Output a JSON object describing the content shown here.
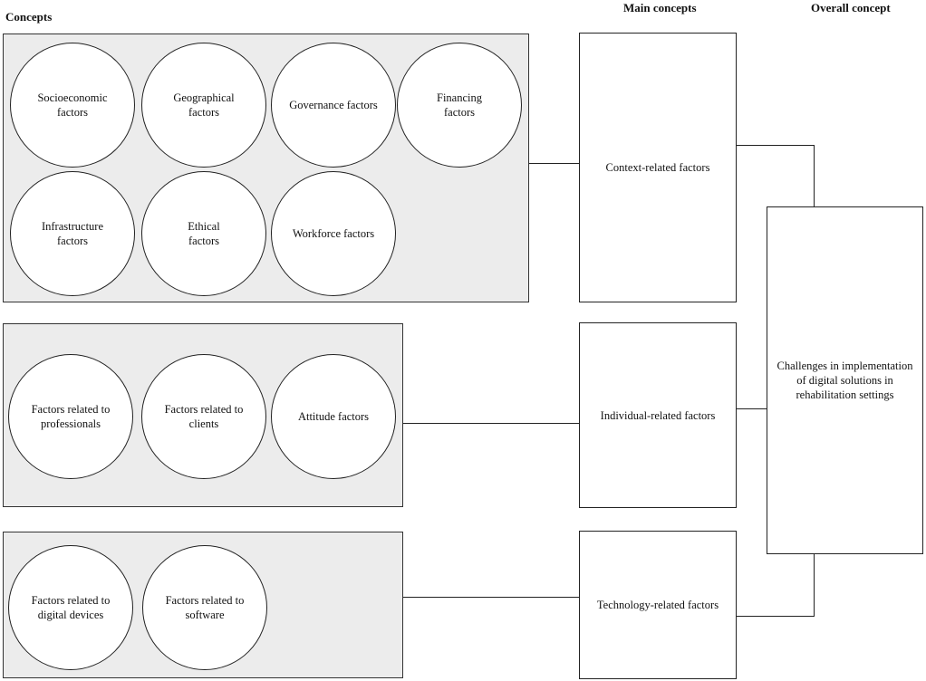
{
  "headers": {
    "concepts": "Concepts",
    "main_concepts": "Main concepts",
    "overall_concept": "Overall concept"
  },
  "groups": {
    "context": {
      "circles": [
        "Socioeconomic\nfactors",
        "Geographical\nfactors",
        "Governance factors",
        "Financing\nfactors",
        "Infrastructure\nfactors",
        "Ethical\nfactors",
        "Workforce factors"
      ]
    },
    "individual": {
      "circles": [
        "Factors related to\nprofessionals",
        "Factors related to\nclients",
        "Attitude factors"
      ]
    },
    "technology": {
      "circles": [
        "Factors related to\ndigital devices",
        "Factors related to\nsoftware"
      ]
    }
  },
  "main_concepts": {
    "context": "Context-related factors",
    "individual": "Individual-related factors",
    "technology": "Technology-related factors"
  },
  "overall_concept": "Challenges in implementation\nof digital solutions in\nrehabilitation settings"
}
